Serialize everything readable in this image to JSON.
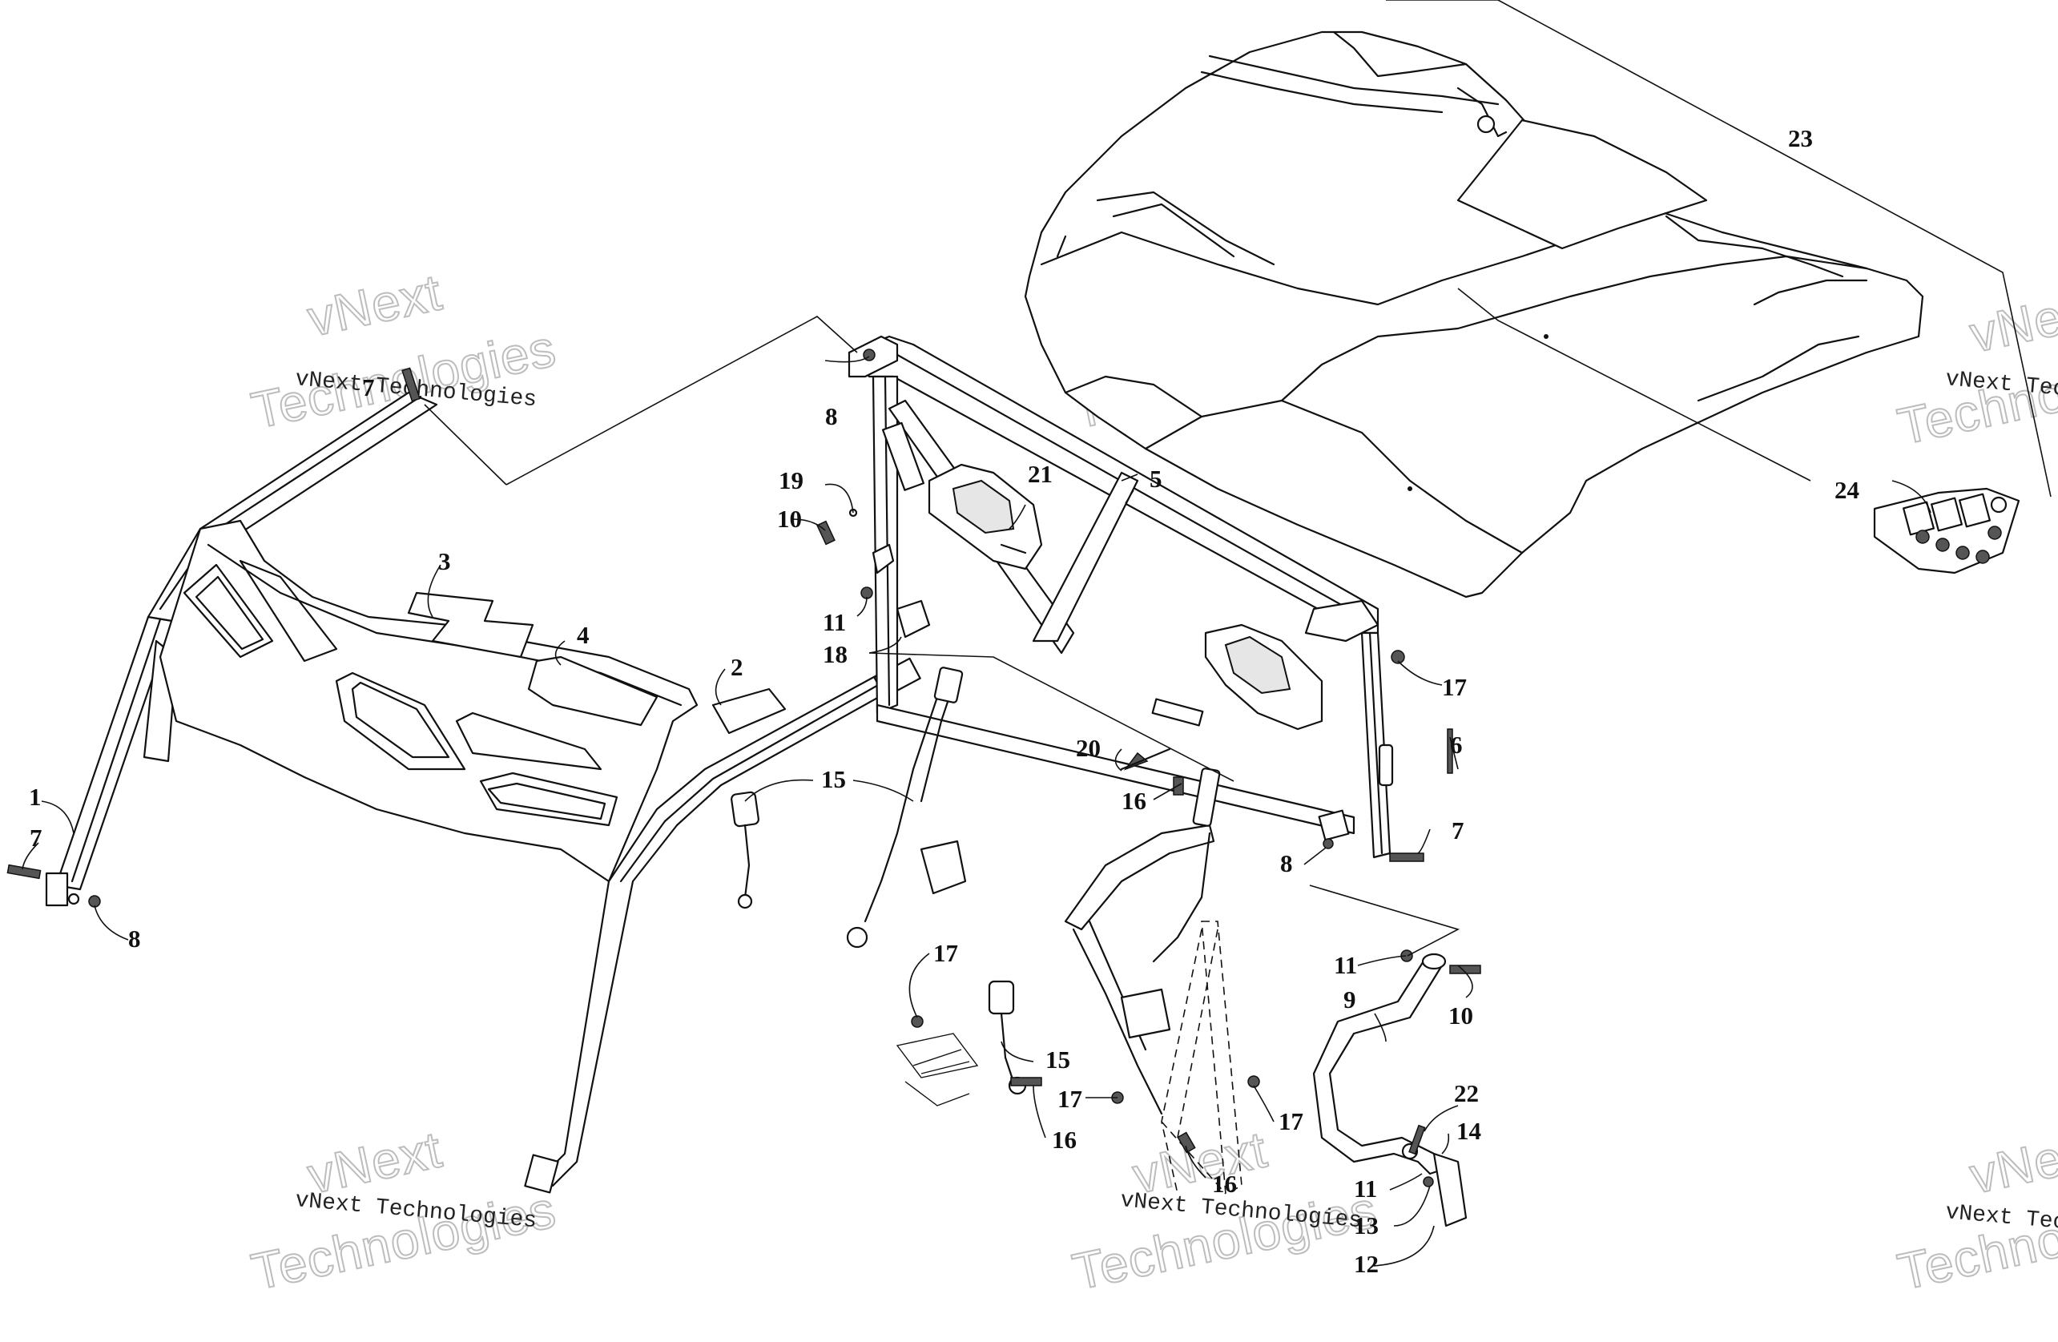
{
  "parts": {
    "p1": "1",
    "p2": "2",
    "p3": "3",
    "p4": "4",
    "p5": "5",
    "p6": "6",
    "p7a": "7",
    "p7b": "7",
    "p7c": "7",
    "p8a": "8",
    "p8b": "8",
    "p8c": "8",
    "p9": "9",
    "p10a": "10",
    "p10b": "10",
    "p11a": "11",
    "p11b": "11",
    "p11c": "11",
    "p12": "12",
    "p13": "13",
    "p14": "14",
    "p15a": "15",
    "p15b": "15",
    "p16a": "16",
    "p16b": "16",
    "p16c": "16",
    "p17a": "17",
    "p17b": "17",
    "p17c": "17",
    "p17d": "17",
    "p18": "18",
    "p19": "19",
    "p20": "20",
    "p21": "21",
    "p22": "22",
    "p23": "23",
    "p24": "24"
  },
  "watermark": {
    "line_small": "vNext Technologies",
    "line_big_1": "vNext",
    "line_big_2": "Technologies"
  }
}
